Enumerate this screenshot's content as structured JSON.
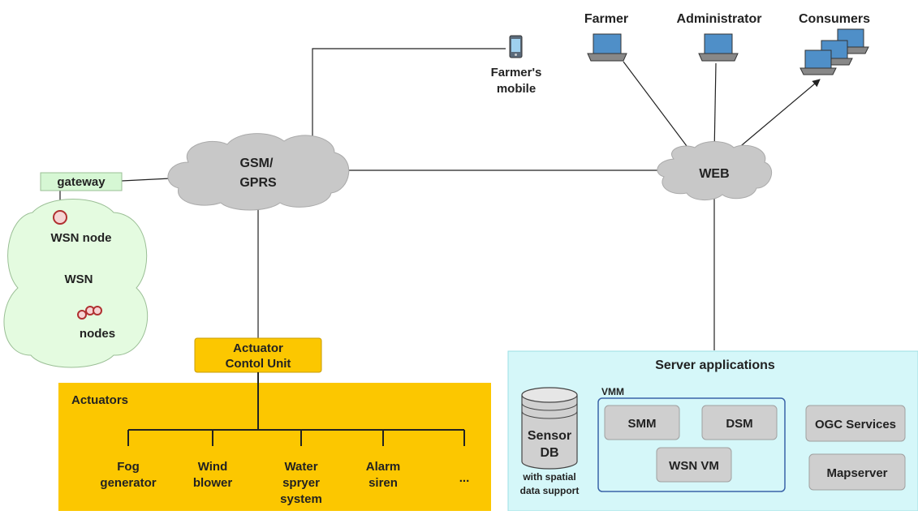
{
  "nodes": {
    "gateway": "gateway",
    "wsn_node": "WSN node",
    "wsn": "WSN",
    "nodes": "nodes",
    "gsm_line1": "GSM/",
    "gsm_line2": "GPRS",
    "farmers_mobile_line1": "Farmer's",
    "farmers_mobile_line2": "mobile",
    "web": "WEB",
    "farmer": "Farmer",
    "administrator": "Administrator",
    "consumers": "Consumers",
    "acu_line1": "Actuator",
    "acu_line2": "Contol Unit",
    "actuators_title": "Actuators"
  },
  "actuators": [
    {
      "lines": [
        "Fog",
        "generator"
      ]
    },
    {
      "lines": [
        "Wind",
        "blower"
      ]
    },
    {
      "lines": [
        "Water",
        "spryer",
        "system"
      ]
    },
    {
      "lines": [
        "Alarm",
        "siren"
      ]
    },
    {
      "lines": [
        "..."
      ]
    }
  ],
  "server": {
    "title": "Server applications",
    "vmm": "VMM",
    "smm": "SMM",
    "dsm": "DSM",
    "wsnvm": "WSN VM",
    "ogc": "OGC Services",
    "mapserver": "Mapserver",
    "db_line1": "Sensor",
    "db_line2": "DB",
    "db_note1": "with spatial",
    "db_note2": "data support"
  },
  "colors": {
    "cloud": "#c8c8c8",
    "wsn_cloud": "#e4fbe0",
    "gateway_fill": "#d6f7d4",
    "actuator_orange": "#fcc700",
    "server_fill": "#d5f7f9",
    "box_gray": "#cfcfcf",
    "node_red": "#b03030"
  }
}
